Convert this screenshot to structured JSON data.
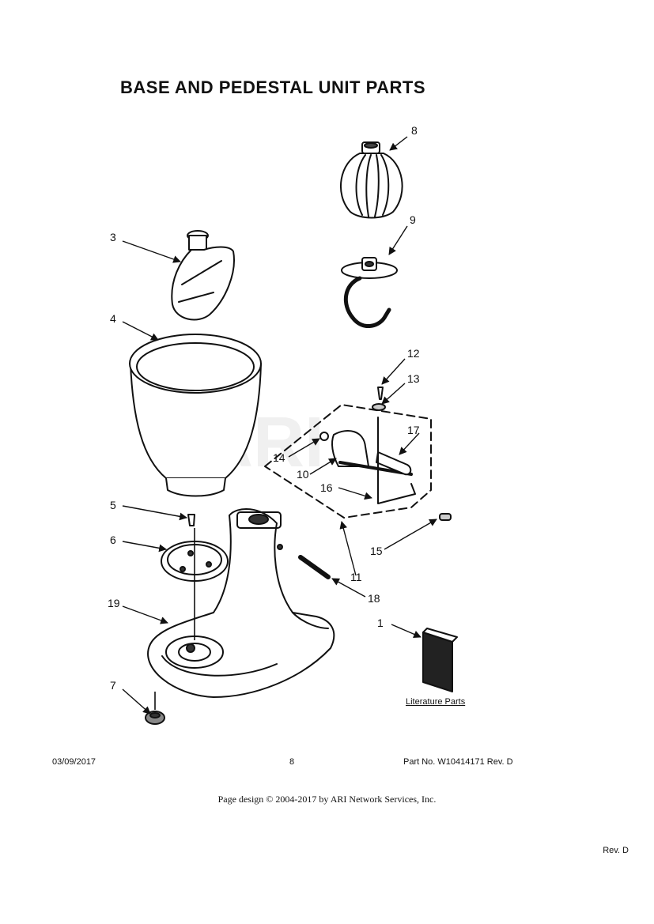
{
  "page": {
    "title": "BASE AND PEDESTAL UNIT PARTS",
    "watermark": "ARI",
    "literature_label": "Literature Parts",
    "footer": {
      "date": "03/09/2017",
      "page_number": "8",
      "part_number": "Part No.  W10414171  Rev.  D"
    },
    "copyright": "Page design © 2004-2017 by ARI Network Services, Inc.",
    "rev_bottom": "Rev.  D"
  },
  "callouts": {
    "c1": "1",
    "c3": "3",
    "c4": "4",
    "c5": "5",
    "c6": "6",
    "c7": "7",
    "c8": "8",
    "c9": "9",
    "c10": "10",
    "c11": "11",
    "c12": "12",
    "c13": "13",
    "c14": "14",
    "c15": "15",
    "c16": "16",
    "c17": "17",
    "c18": "18",
    "c19": "19"
  }
}
